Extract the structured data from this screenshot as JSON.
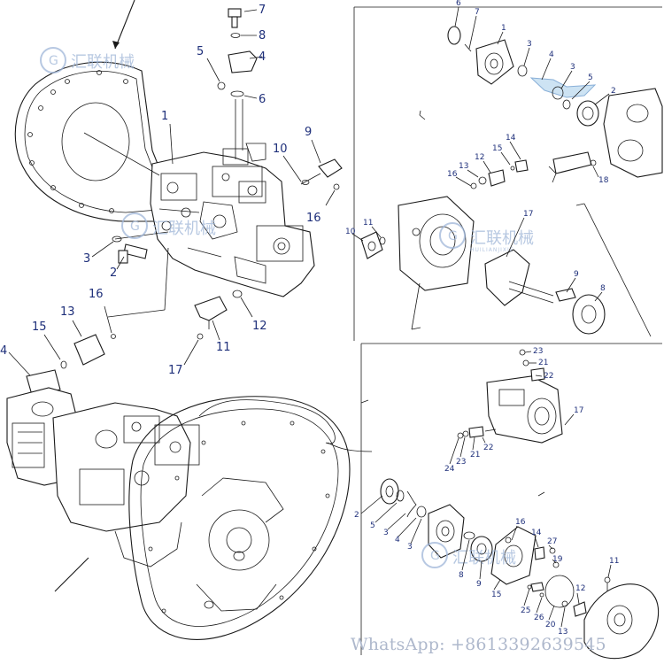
{
  "watermark": {
    "brand": "汇联机械",
    "brand_roman": "HUILIANJIXIE"
  },
  "contact": {
    "text": "WhatsApp: +8613392639545"
  },
  "callouts": {
    "main_left": [
      "7",
      "8",
      "5",
      "4",
      "6",
      "1",
      "10",
      "9",
      "16",
      "3",
      "2",
      "16",
      "13",
      "15",
      "11",
      "12",
      "17",
      "4"
    ],
    "top_right": [
      "6",
      "7",
      "1",
      "3",
      "4",
      "3",
      "5",
      "2",
      "13",
      "12",
      "15",
      "14",
      "16",
      "18",
      "11",
      "10",
      "17",
      "9",
      "8"
    ],
    "bottom_right": [
      "23",
      "21",
      "22",
      "17",
      "24",
      "23",
      "21",
      "22",
      "2",
      "5",
      "3",
      "4",
      "3",
      "16",
      "14",
      "27",
      "19",
      "8",
      "9",
      "15",
      "25",
      "26",
      "20",
      "13",
      "12",
      "11"
    ]
  },
  "colors": {
    "callout": "#1e2f7a",
    "line": "#1a1a1a",
    "watermark": "#9fb6d8",
    "contact": "#aeb8cc"
  }
}
